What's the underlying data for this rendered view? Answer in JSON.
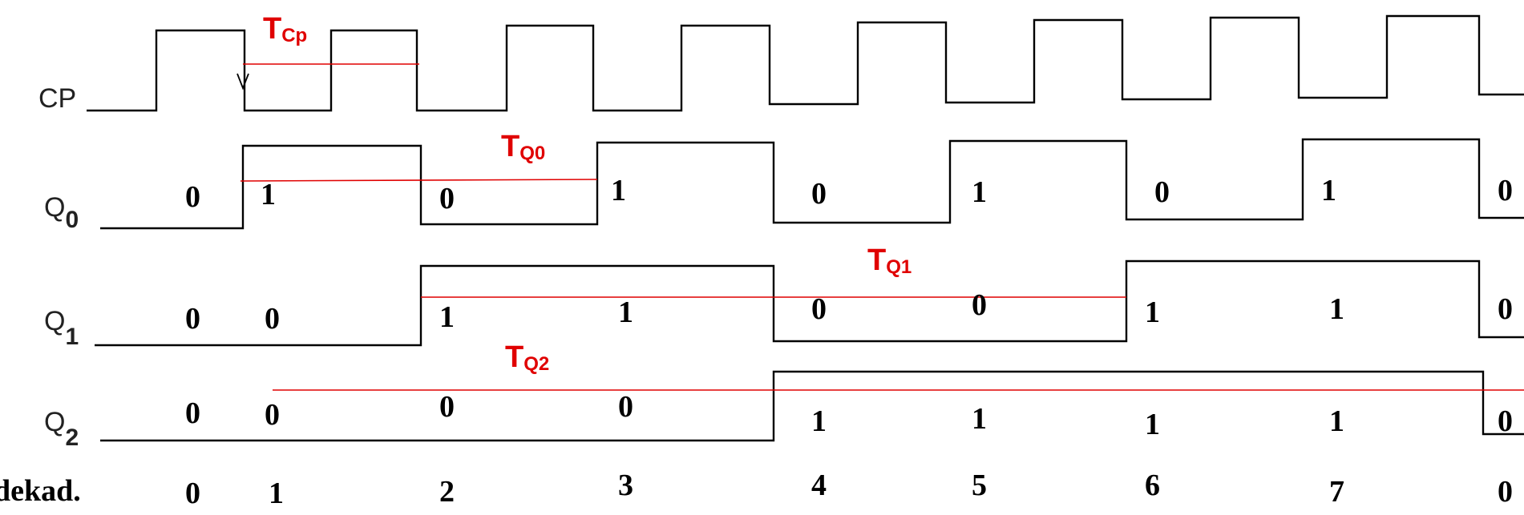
{
  "signals": {
    "cp": {
      "label": "CP"
    },
    "q0": {
      "label": "Q",
      "sub": "0",
      "bits": [
        "0",
        "1",
        "0",
        "1",
        "0",
        "1",
        "0",
        "1",
        "0"
      ]
    },
    "q1": {
      "label": "Q",
      "sub": "1",
      "bits": [
        "0",
        "0",
        "1",
        "1",
        "0",
        "0",
        "1",
        "1",
        "0"
      ]
    },
    "q2": {
      "label": "Q",
      "sub": "2",
      "bits": [
        "0",
        "0",
        "0",
        "0",
        "1",
        "1",
        "1",
        "1",
        "0"
      ]
    }
  },
  "decimal": {
    "label": "dekad.",
    "values": [
      "0",
      "1",
      "2",
      "3",
      "4",
      "5",
      "6",
      "7",
      "0"
    ]
  },
  "periods": {
    "tcp": {
      "main": "T",
      "sub": "Cp"
    },
    "tq0": {
      "main": "T",
      "sub": "Q0"
    },
    "tq1": {
      "main": "T",
      "sub": "Q1"
    },
    "tq2": {
      "main": "T",
      "sub": "Q2"
    }
  },
  "colors": {
    "wave": "#000000",
    "period_marker": "#e00000"
  }
}
